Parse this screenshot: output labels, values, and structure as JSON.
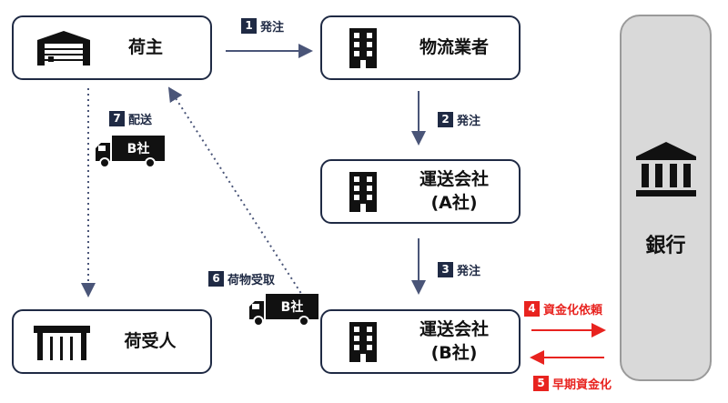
{
  "nodes": {
    "shipper": "荷主",
    "logistics": "物流業者",
    "carrier_a_line1": "運送会社",
    "carrier_a_line2": "(A社)",
    "consignee": "荷受人",
    "carrier_b_line1": "運送会社",
    "carrier_b_line2": "(B社)",
    "bank": "銀行"
  },
  "steps": [
    {
      "num": "1",
      "label": "発注"
    },
    {
      "num": "2",
      "label": "発注"
    },
    {
      "num": "3",
      "label": "発注"
    },
    {
      "num": "4",
      "label": "資金化依頼"
    },
    {
      "num": "5",
      "label": "早期資金化"
    },
    {
      "num": "6",
      "label": "荷物受取"
    },
    {
      "num": "7",
      "label": "配送"
    }
  ],
  "trucks": {
    "top": "B社",
    "middle": "B社"
  },
  "colors": {
    "navy": "#1f2a44",
    "red": "#e8231f",
    "bank_fill": "#d9d9d9"
  },
  "icons": {
    "warehouse": "warehouse-icon",
    "building": "building-icon",
    "bank": "bank-icon",
    "truck": "truck-icon",
    "gate": "gate-icon"
  }
}
